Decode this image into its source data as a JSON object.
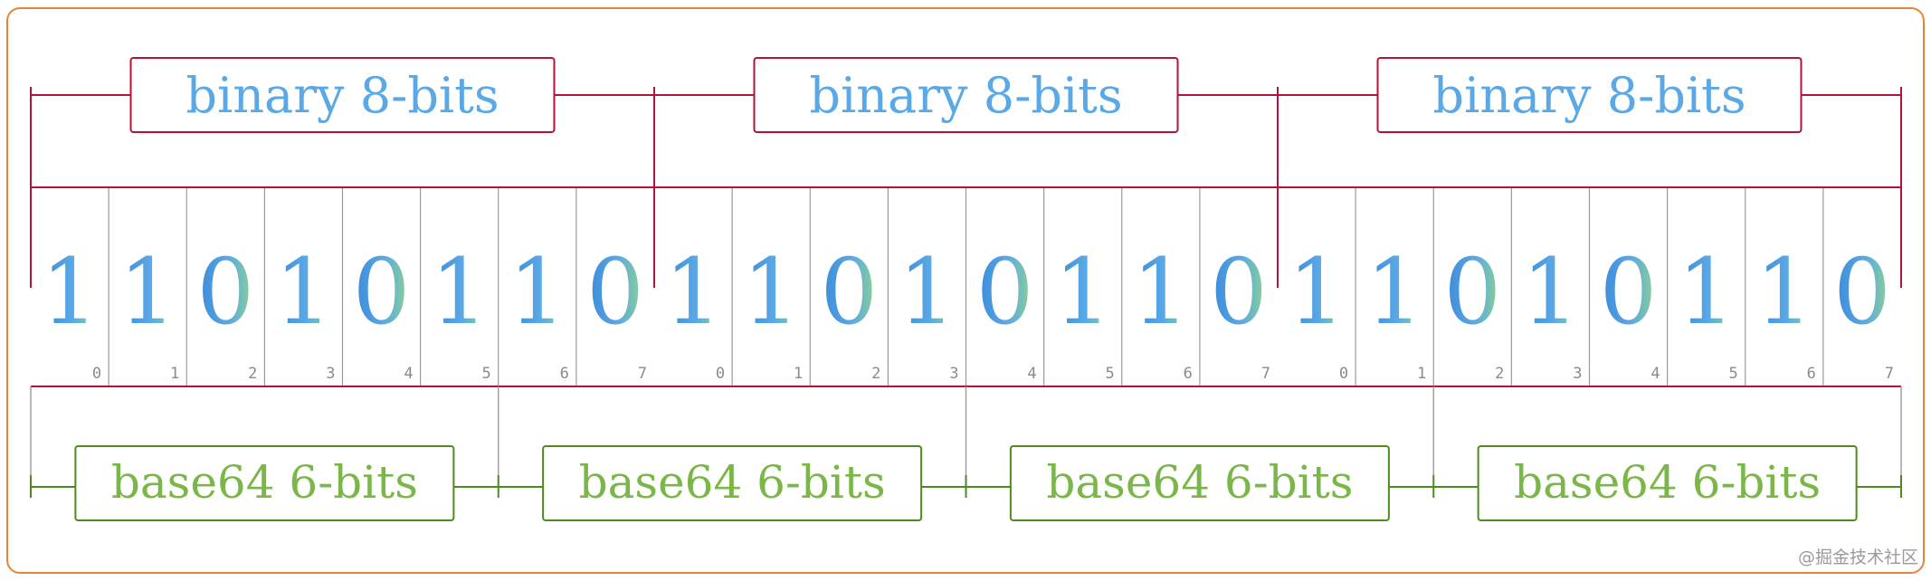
{
  "binary_groups": [
    {
      "label": "binary 8-bits"
    },
    {
      "label": "binary 8-bits"
    },
    {
      "label": "binary 8-bits"
    }
  ],
  "bits": [
    "1",
    "1",
    "0",
    "1",
    "0",
    "1",
    "1",
    "0",
    "1",
    "1",
    "0",
    "1",
    "0",
    "1",
    "1",
    "0",
    "1",
    "1",
    "0",
    "1",
    "0",
    "1",
    "1",
    "0"
  ],
  "bit_indices": [
    "0",
    "1",
    "2",
    "3",
    "4",
    "5",
    "6",
    "7",
    "0",
    "1",
    "2",
    "3",
    "4",
    "5",
    "6",
    "7",
    "0",
    "1",
    "2",
    "3",
    "4",
    "5",
    "6",
    "7"
  ],
  "base64_groups": [
    {
      "label": "base64 6-bits"
    },
    {
      "label": "base64 6-bits"
    },
    {
      "label": "base64 6-bits"
    },
    {
      "label": "base64 6-bits"
    }
  ],
  "watermark": "@掘金技术社区",
  "colors": {
    "border": "#e8833a",
    "binary": "#b3123a",
    "binary_text": "#5aa8e6",
    "base64": "#4e8a1f",
    "base64_text": "#7ab648",
    "cell_divider": "#9a9a9a",
    "digit_start": "#3a8ad8",
    "digit_mid": "#5aa8e6",
    "digit_end": "#8fd48a",
    "index_text": "#8a8a8a",
    "watermark": "#9a9a9a"
  }
}
